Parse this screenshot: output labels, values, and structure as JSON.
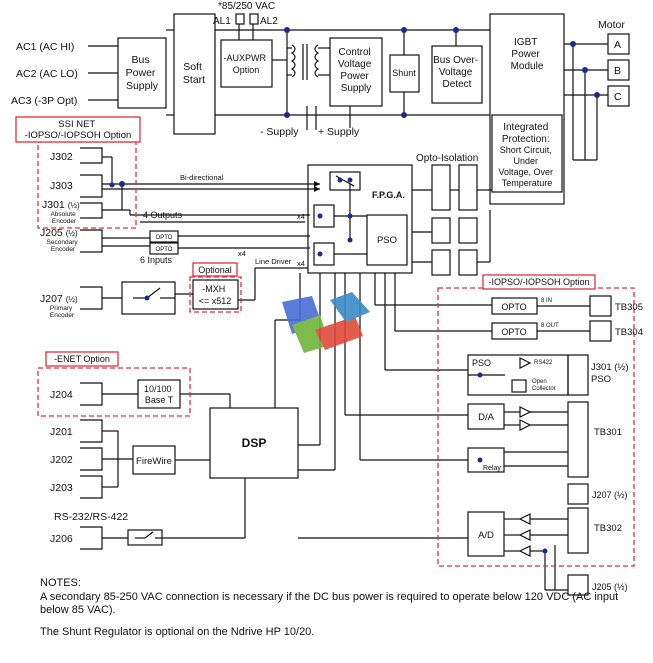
{
  "colors": {
    "line": "#111111",
    "dot": "#1a2a8a",
    "opt": "#e0313a"
  },
  "top": {
    "vac": "*85/250 VAC",
    "al1": "AL1",
    "al2": "AL2",
    "motor": "Motor",
    "phase_a": "A",
    "phase_b": "B",
    "phase_c": "C",
    "supply_neg": "- Supply",
    "supply_pos": "+ Supply"
  },
  "ac_inputs": [
    "AC1 (AC HI)",
    "AC2 (AC LO)",
    "AC3 (-3P Opt)"
  ],
  "blocks": {
    "bus_power": [
      "Bus",
      "Power",
      "Supply"
    ],
    "soft_start": [
      "Soft",
      "Start"
    ],
    "auxpwr": [
      "-AUXPWR",
      "Option"
    ],
    "control_voltage": [
      "Control",
      "Voltage",
      "Power",
      "Supply"
    ],
    "shunt": "Shunt",
    "bus_overvoltage": [
      "Bus Over-",
      "Voltage",
      "Detect"
    ],
    "igbt": [
      "IGBT",
      "Power",
      "Module"
    ],
    "integrated": [
      "Integrated",
      "Protection:",
      "Short Circuit,",
      "Under",
      "Voltage, Over",
      "Temperature"
    ],
    "fpga": "F.P.G.A.",
    "pso": "PSO",
    "dsp": "DSP",
    "firewire": "FireWire",
    "base_t": [
      "10/100",
      "Base T"
    ],
    "mxh": [
      "-MXH",
      "<= x512"
    ],
    "opto_small": "OPTO",
    "opto": "OPTO",
    "da": "D/A",
    "ad": "A/D",
    "relay": "Relay",
    "rs422": "RS422",
    "open_collector": [
      "Open",
      "Collector"
    ]
  },
  "options": {
    "ssi": [
      "SSI NET",
      "-IOPSO/-IOPSOH Option"
    ],
    "optional": "Optional",
    "enet": "-ENET Option",
    "iopso": "-IOPSO/-IOPSOH Option"
  },
  "connectors": {
    "j302": "J302",
    "j303": "J303",
    "j301": "J301",
    "frac": "(½)",
    "abs_enc": [
      "Absolute",
      "Encoder"
    ],
    "j205": "J205",
    "sec_enc": [
      "Secondary",
      "Encoder"
    ],
    "j207": "J207",
    "prim_enc": [
      "Primary",
      "Encoder"
    ],
    "j204": "J204",
    "j201": "J201",
    "j202": "J202",
    "j203": "J203",
    "rs232": "RS-232/RS-422",
    "j206": "J206"
  },
  "signals": {
    "bidir": "Bi-directional",
    "outputs4": "4 Outputs",
    "inputs6": "6 Inputs",
    "x4": "x4",
    "line_driver": "Line Driver",
    "opto_iso": "Opto-Isolation",
    "in8": "8 IN",
    "out8": "8 OUT"
  },
  "right_terms": {
    "tb305": "TB305",
    "tb304": "TB304",
    "j301_pso": [
      "J301 (½)",
      "PSO"
    ],
    "tb301": "TB301",
    "j207_r": "J207 (½)",
    "tb302": "TB302",
    "j205_r": "J205 (½)"
  },
  "notes": {
    "heading": "NOTES:",
    "n1": "A secondary 85-250 VAC connection is necessary if the DC bus power is required to operate below 120 VDC (AC input below 85 VAC).",
    "n2": "The Shunt Regulator is optional on the Ndrive HP 10/20."
  }
}
